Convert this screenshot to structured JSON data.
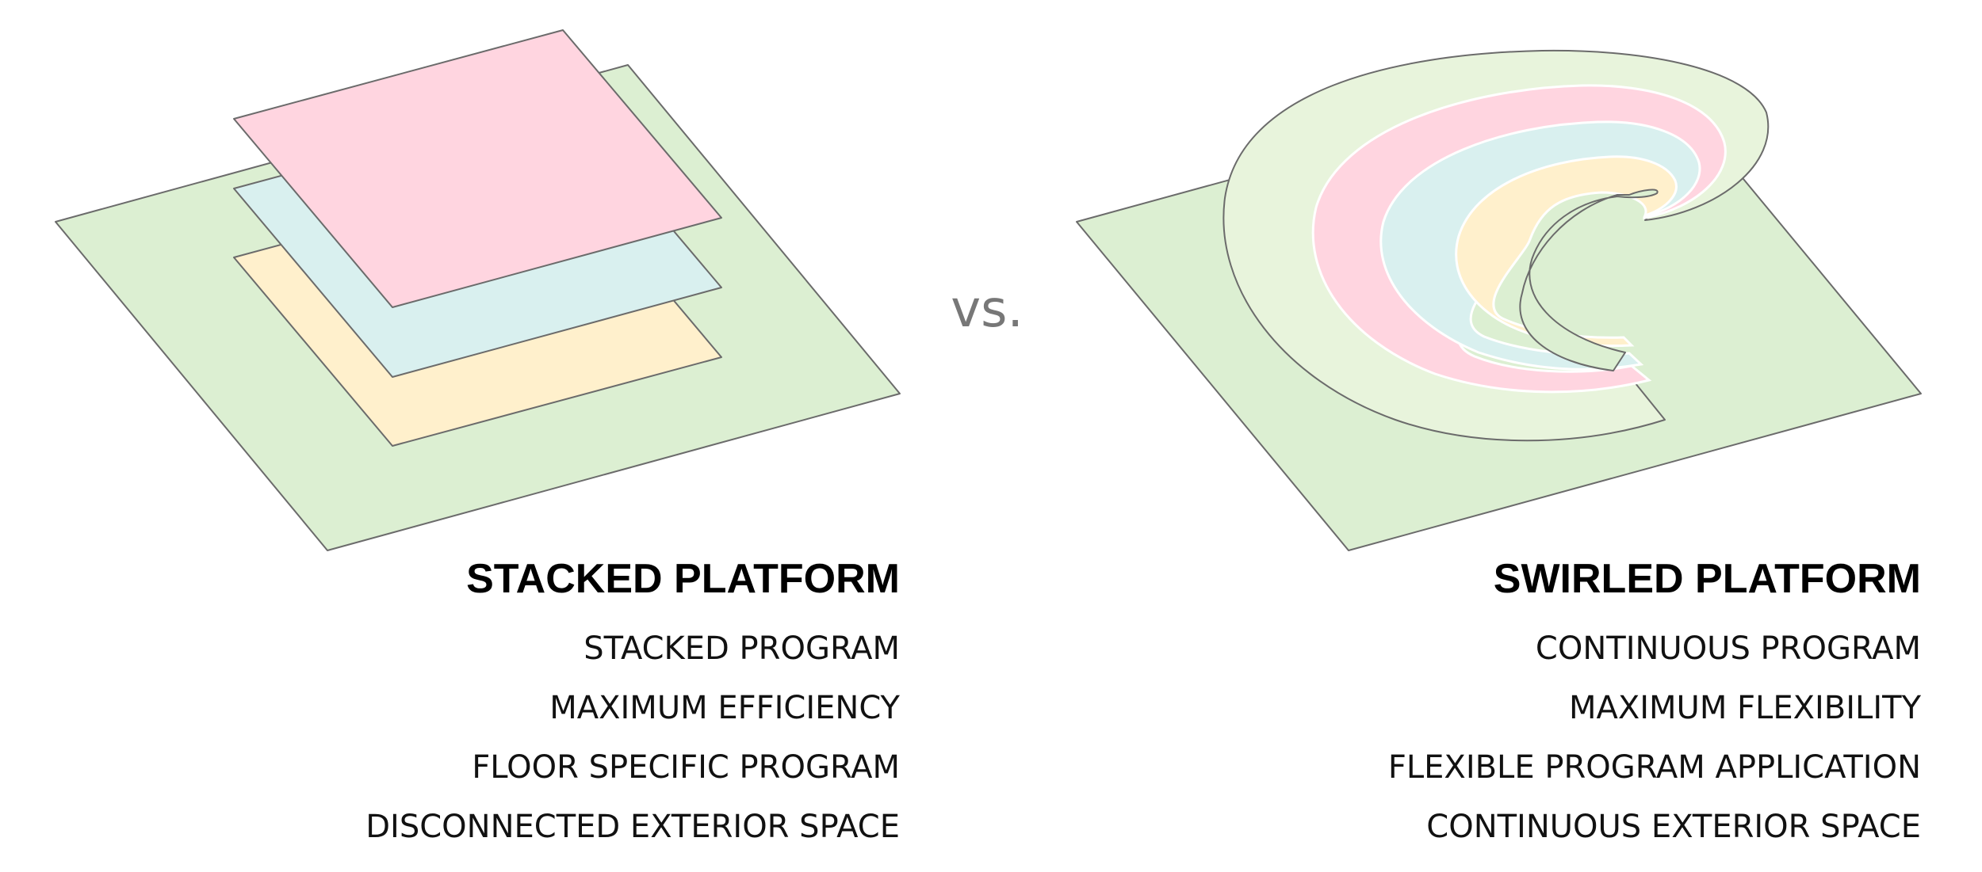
{
  "separator": "vs.",
  "left": {
    "title": "STACKED PLATFORM",
    "features": [
      "STACKED PROGRAM",
      "MAXIMUM EFFICIENCY",
      "FLOOR SPECIFIC PROGRAM",
      "DISCONNECTED EXTERIOR SPACE"
    ]
  },
  "right": {
    "title": "SWIRLED PLATFORM",
    "features": [
      "CONTINUOUS PROGRAM",
      "MAXIMUM FLEXIBILITY",
      "FLEXIBLE PROGRAM APPLICATION",
      "CONTINUOUS EXTERIOR SPACE"
    ]
  },
  "colors": {
    "ground": "#dcefd2",
    "pink": "#ffd5e0",
    "blue": "#d9f0ef",
    "peach": "#fff0cc",
    "light_green": "#e8f4dc",
    "outline": "#6b6b6b"
  }
}
